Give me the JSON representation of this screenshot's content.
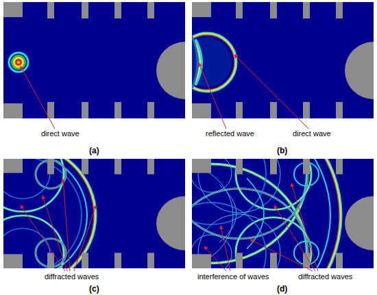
{
  "diagram": {
    "labels": [
      "direct wave",
      "(a)",
      "reflected wave",
      "direct wave",
      "(b)",
      "diffracted waves",
      "(c)",
      "interference of waves",
      "diffracted waves",
      "(d)"
    ]
  }
}
